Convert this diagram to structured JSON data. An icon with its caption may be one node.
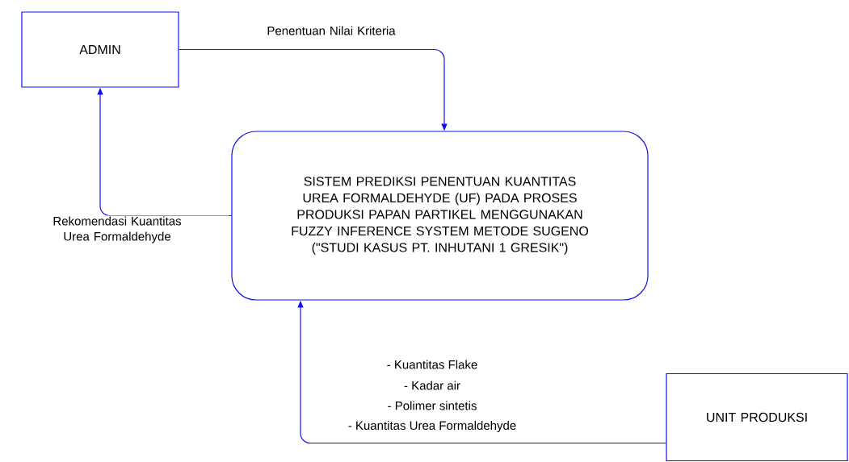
{
  "diagram": {
    "nodes": [
      {
        "text": [
          "ADMIN"
        ]
      },
      {
        "text": [
          "SISTEM PREDIKSI PENENTUAN KUANTITAS UREA FORMALDEHYDE (UF) PADA PROSES PRODUKSI PAPAN PARTIKEL MENGGUNAKAN FUZZY INFERENCE SYSTEM METODE SUGENO (\"STUDI KASUS PT. INHUTANI 1 GRESIK\")"
        ]
      },
      {
        "text": [
          "UNIT PRODUKSI"
        ]
      }
    ],
    "edges": [
      {
        "from": 0,
        "to": 1,
        "arrow": "to",
        "label": "Penentuan Nilai Kriteria"
      },
      {
        "from": 1,
        "to": 0,
        "arrow": "to",
        "label": "Rekomendasi Kuantitas Urea Formaldehyde"
      },
      {
        "from": 2,
        "to": 1,
        "arrow": "to"
      }
    ],
    "labels": [
      "- Kuantitas Flake",
      "- Kadar air",
      "- Polimer sintetis",
      "- Kuantitas Urea Formaldehyde"
    ]
  }
}
